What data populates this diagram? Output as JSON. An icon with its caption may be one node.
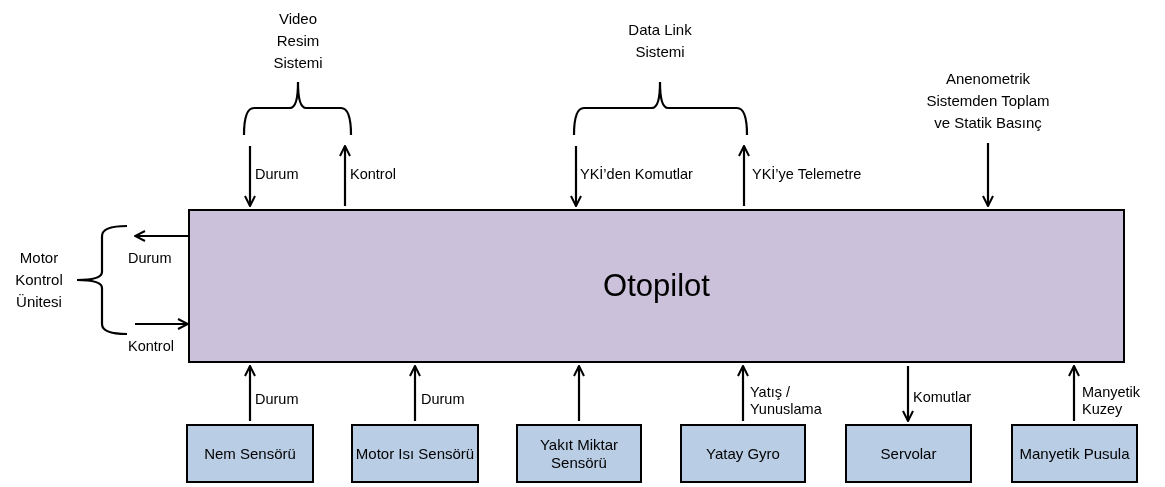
{
  "diagram": {
    "nodes": [
      {
        "text": [
          "Otopilot"
        ]
      },
      {
        "text": [
          "Video Resim Sistemi"
        ]
      },
      {
        "text": [
          "Data Link Sistemi"
        ]
      },
      {
        "text": [
          "Anenometrik Sistemden Toplam ve Statik Basınç"
        ]
      },
      {
        "text": [
          "Motor Kontrol Ünitesi"
        ]
      },
      {
        "text": [
          "Nem Sensörü"
        ]
      },
      {
        "text": [
          "Motor Isı Sensörü"
        ]
      },
      {
        "text": [
          "Yakıt Miktar Sensörü"
        ]
      },
      {
        "text": [
          "Yatay Gyro"
        ]
      },
      {
        "text": [
          "Servolar"
        ]
      },
      {
        "text": [
          "Manyetik Pusula"
        ]
      }
    ],
    "edges": [
      {
        "from": 1,
        "to": 0,
        "arrow": "to",
        "label": "Durum"
      },
      {
        "from": 0,
        "to": 1,
        "arrow": "to",
        "label": "Kontrol"
      },
      {
        "from": 2,
        "to": 0,
        "arrow": "to",
        "label": "YKİ’den Komutlar"
      },
      {
        "from": 0,
        "to": 2,
        "arrow": "to",
        "label": "YKİ’ye Telemetre"
      },
      {
        "from": 3,
        "to": 0,
        "arrow": "to"
      },
      {
        "from": 0,
        "to": 4,
        "arrow": "to",
        "label": "Durum"
      },
      {
        "from": 4,
        "to": 0,
        "arrow": "to",
        "label": "Kontrol"
      },
      {
        "from": 5,
        "to": 0,
        "arrow": "to",
        "label": "Durum"
      },
      {
        "from": 6,
        "to": 0,
        "arrow": "to",
        "label": "Durum"
      },
      {
        "from": 7,
        "to": 0,
        "arrow": "to"
      },
      {
        "from": 8,
        "to": 0,
        "arrow": "to",
        "label": "Yatış / Yunuslama"
      },
      {
        "from": 0,
        "to": 9,
        "arrow": "to",
        "label": "Komutlar"
      },
      {
        "from": 10,
        "to": 0,
        "arrow": "to",
        "label": "Manyetik Kuzey"
      }
    ]
  }
}
